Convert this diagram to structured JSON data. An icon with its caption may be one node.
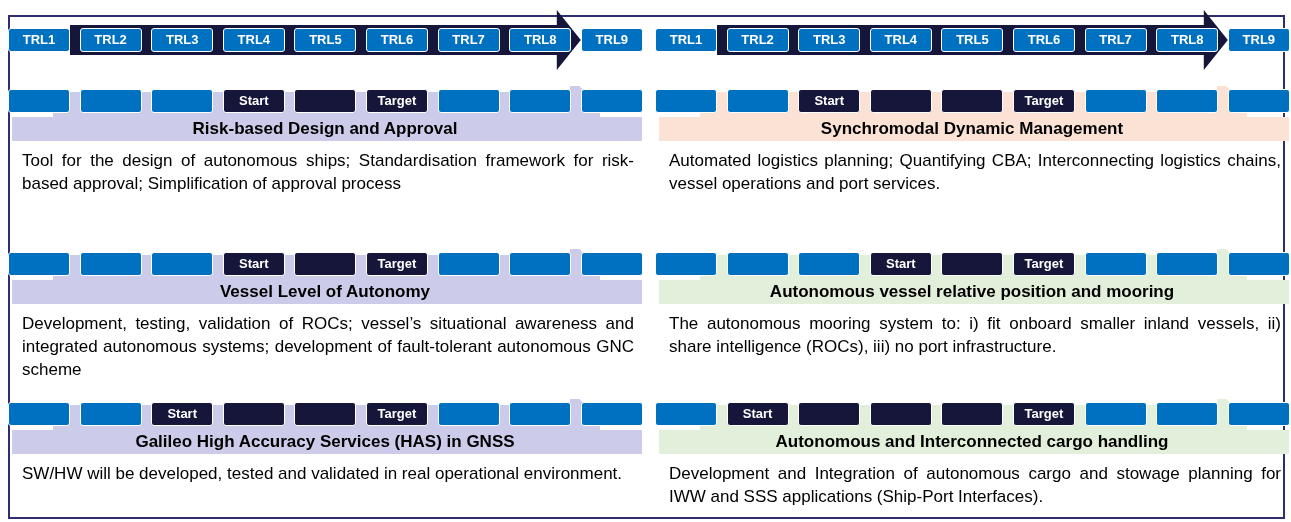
{
  "diagram": {
    "nodes": [
      {
        "text": [
          "TRL1"
        ]
      },
      {
        "text": [
          "TRL2"
        ]
      },
      {
        "text": [
          "TRL3"
        ]
      },
      {
        "text": [
          "TRL4"
        ]
      },
      {
        "text": [
          "TRL5"
        ]
      },
      {
        "text": [
          "TRL6"
        ]
      },
      {
        "text": [
          "TRL7"
        ]
      },
      {
        "text": [
          "TRL8"
        ]
      },
      {
        "text": [
          "TRL9"
        ]
      },
      {
        "text": [
          "Risk-based Design and Approval"
        ],
        "beside": [
          "Tool for the design of autonomous ships; Standardisation framework for risk-based approval; Simplification of approval process"
        ]
      },
      {
        "text": [],
        "shape": "box",
        "in": 9
      },
      {
        "text": [],
        "shape": "box",
        "in": 9
      },
      {
        "text": [],
        "shape": "box",
        "in": 9
      },
      {
        "text": [
          "Start"
        ],
        "in": 9
      },
      {
        "text": [],
        "shape": "box",
        "in": 9
      },
      {
        "text": [
          "Target"
        ],
        "in": 9
      },
      {
        "text": [],
        "shape": "box",
        "in": 9
      },
      {
        "text": [],
        "shape": "box",
        "in": 9
      },
      {
        "text": [],
        "shape": "box",
        "in": 9
      },
      {
        "text": [
          "Vessel Level of Autonomy"
        ],
        "beside": [
          "Development, testing, validation of ROCs; vessel’s situational awareness and integrated autonomous systems; development of fault-tolerant autonomous GNC scheme"
        ]
      },
      {
        "text": [],
        "shape": "box",
        "in": 19
      },
      {
        "text": [],
        "shape": "box",
        "in": 19
      },
      {
        "text": [],
        "shape": "box",
        "in": 19
      },
      {
        "text": [
          "Start"
        ],
        "in": 19
      },
      {
        "text": [],
        "shape": "box",
        "in": 19
      },
      {
        "text": [
          "Target"
        ],
        "in": 19
      },
      {
        "text": [],
        "shape": "box",
        "in": 19
      },
      {
        "text": [],
        "shape": "box",
        "in": 19
      },
      {
        "text": [],
        "shape": "box",
        "in": 19
      },
      {
        "text": [
          "Galileo High Accuracy Services (HAS) in GNSS"
        ],
        "beside": [
          "SW/HW will be developed, tested and validated in real operational environment."
        ]
      },
      {
        "text": [],
        "shape": "box",
        "in": 29
      },
      {
        "text": [],
        "shape": "box",
        "in": 29
      },
      {
        "text": [
          "Start"
        ],
        "in": 29
      },
      {
        "text": [],
        "shape": "box",
        "in": 29
      },
      {
        "text": [],
        "shape": "box",
        "in": 29
      },
      {
        "text": [
          "Target"
        ],
        "in": 29
      },
      {
        "text": [],
        "shape": "box",
        "in": 29
      },
      {
        "text": [],
        "shape": "box",
        "in": 29
      },
      {
        "text": [],
        "shape": "box",
        "in": 29
      },
      {
        "text": [
          "TRL1"
        ]
      },
      {
        "text": [
          "TRL2"
        ]
      },
      {
        "text": [
          "TRL3"
        ]
      },
      {
        "text": [
          "TRL4"
        ]
      },
      {
        "text": [
          "TRL5"
        ]
      },
      {
        "text": [
          "TRL6"
        ]
      },
      {
        "text": [
          "TRL7"
        ]
      },
      {
        "text": [
          "TRL8"
        ]
      },
      {
        "text": [
          "TRL9"
        ]
      },
      {
        "text": [
          "Synchromodal Dynamic Management"
        ],
        "beside": [
          "Automated logistics planning; Quantifying CBA; Interconnecting logistics chains, vessel operations and port services."
        ]
      },
      {
        "text": [],
        "shape": "box",
        "in": 48
      },
      {
        "text": [],
        "shape": "box",
        "in": 48
      },
      {
        "text": [
          "Start"
        ],
        "in": 48
      },
      {
        "text": [],
        "shape": "box",
        "in": 48
      },
      {
        "text": [],
        "shape": "box",
        "in": 48
      },
      {
        "text": [
          "Target"
        ],
        "in": 48
      },
      {
        "text": [],
        "shape": "box",
        "in": 48
      },
      {
        "text": [],
        "shape": "box",
        "in": 48
      },
      {
        "text": [],
        "shape": "box",
        "in": 48
      },
      {
        "text": [
          "Autonomous vessel relative position and mooring"
        ],
        "beside": [
          "The autonomous mooring system to: i) fit onboard smaller inland vessels, ii) share intelligence (ROCs), iii) no port infrastructure."
        ]
      },
      {
        "text": [],
        "shape": "box",
        "in": 58
      },
      {
        "text": [],
        "shape": "box",
        "in": 58
      },
      {
        "text": [],
        "shape": "box",
        "in": 58
      },
      {
        "text": [
          "Start"
        ],
        "in": 58
      },
      {
        "text": [],
        "shape": "box",
        "in": 58
      },
      {
        "text": [
          "Target"
        ],
        "in": 58
      },
      {
        "text": [],
        "shape": "box",
        "in": 58
      },
      {
        "text": [],
        "shape": "box",
        "in": 58
      },
      {
        "text": [],
        "shape": "box",
        "in": 58
      },
      {
        "text": [
          "Autonomous and Interconnected cargo handling"
        ],
        "beside": [
          "Development and Integration of autonomous cargo and stowage planning for IWW and SSS applications (Ship-Port Interfaces)."
        ]
      },
      {
        "text": [],
        "shape": "box",
        "in": 68
      },
      {
        "text": [
          "Start"
        ],
        "in": 68
      },
      {
        "text": [],
        "shape": "box",
        "in": 68
      },
      {
        "text": [],
        "shape": "box",
        "in": 68
      },
      {
        "text": [],
        "shape": "box",
        "in": 68
      },
      {
        "text": [
          "Target"
        ],
        "in": 68
      },
      {
        "text": [],
        "shape": "box",
        "in": 68
      },
      {
        "text": [],
        "shape": "box",
        "in": 68
      },
      {
        "text": [],
        "shape": "box",
        "in": 68
      }
    ],
    "edges": [
      {
        "from": 0,
        "to": 8,
        "arrow": "to",
        "style": "thick"
      },
      {
        "from": 39,
        "to": 47,
        "arrow": "to",
        "style": "thick"
      }
    ]
  }
}
